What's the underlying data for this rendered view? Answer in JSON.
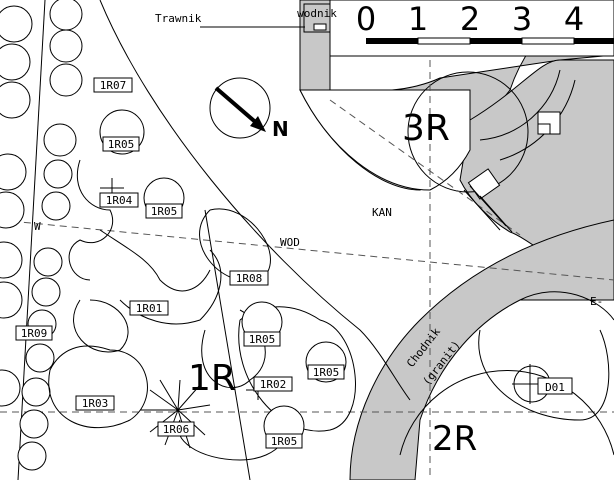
{
  "labels": {
    "trawnik": "Trawnik",
    "scale_small": "wodnik",
    "north": "N",
    "zone_3r": "3R",
    "zone_1r": "1R",
    "zone_2r": "2R",
    "kan": "KAN",
    "wod": "WOD",
    "w": "W",
    "e": "E-",
    "chodnik": "Chodnik",
    "granit": "(granit)"
  },
  "scale": [
    "0",
    "1",
    "2",
    "3",
    "4"
  ],
  "plants": [
    "1R07",
    "1R05",
    "1R04",
    "1R05",
    "1R08",
    "1R01",
    "1R05",
    "1R09",
    "1R02",
    "1R05",
    "1R03",
    "1R06",
    "1R05",
    "D01"
  ],
  "colors": {
    "paving": "#c8c8c8",
    "line": "#000000"
  },
  "icons": [
    "north-arrow-icon",
    "hydrant-icon",
    "stairs-icon"
  ]
}
